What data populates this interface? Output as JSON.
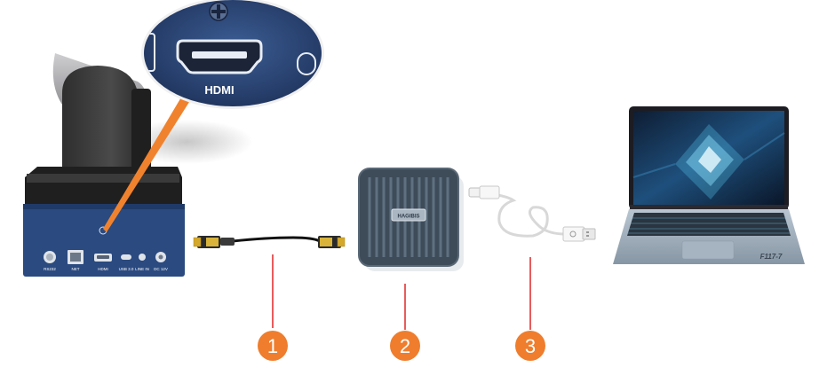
{
  "camera": {
    "zoom_label": "HDMI",
    "ports": [
      "RS232",
      "NET",
      "HDMI",
      "USB 3.0",
      "LINE IN",
      "DC 12V"
    ]
  },
  "capture_device": {
    "brand": "HAGIBIS"
  },
  "laptop": {
    "model": "F117-7"
  },
  "steps": [
    {
      "number": "1",
      "color": "#ef7d2d"
    },
    {
      "number": "2",
      "color": "#ef7d2d"
    },
    {
      "number": "3",
      "color": "#ef7d2d"
    }
  ],
  "colors": {
    "pointer_line": "#e12626",
    "callout": "#f0822e",
    "camera_base": "#2a4a80"
  }
}
